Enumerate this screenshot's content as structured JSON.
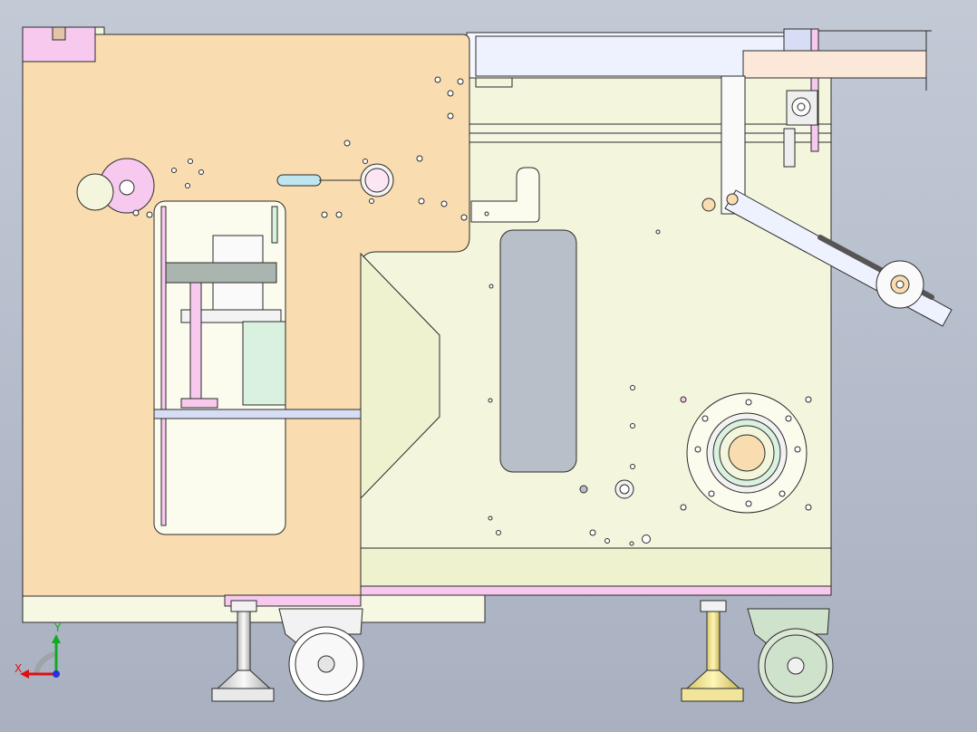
{
  "viewport": {
    "background_top": "#c3cad6",
    "background_bottom": "#a9b1c1"
  },
  "colors": {
    "frame_panel": "#f3f5dc",
    "front_plate": "#f9ddb0",
    "pink_part": "#f7c9ee",
    "blue_part": "#d6ddf5",
    "green_part": "#d9f1de",
    "outline": "#2b2b2b",
    "caster_wheel": "#ffffff",
    "caster_mount_right": "#cfe2cc",
    "leveling_foot_left": "#e9e9e9",
    "leveling_foot_right": "#f0e59a",
    "axis_x": "#dd1111",
    "axis_y": "#11aa22",
    "axis_z": "#2233dd"
  },
  "triad": {
    "x_label": "X",
    "y_label": "Y",
    "icon": "coordinate-triad-icon"
  },
  "components": [
    "main-side-frame",
    "front-mounting-plate",
    "top-right-arm",
    "adjustable-link-arm",
    "gear-sprocket",
    "bearing-housing",
    "oval-window",
    "left-motor",
    "caster-wheel-left",
    "caster-wheel-right",
    "leveling-foot-left",
    "leveling-foot-right"
  ]
}
